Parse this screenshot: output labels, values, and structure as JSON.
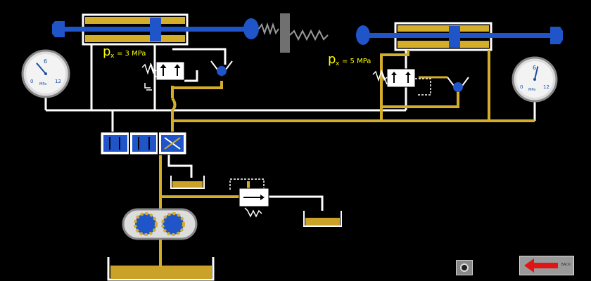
{
  "colors": {
    "background": "#000000",
    "pipe_white": "#ffffff",
    "pipe_gold": "#d4ad2a",
    "fluid_gold": "#c9a227",
    "cylinder_blue": "#1f55c8",
    "spring_gray": "#999999",
    "label_yellow": "#ffff00",
    "return_arrow_red": "#e01515"
  },
  "labels": {
    "left_valve_pressure": {
      "symbol": "p",
      "subscript": "x",
      "text": "= 3 MPa"
    },
    "right_valve_pressure": {
      "symbol": "p",
      "subscript": "x",
      "text": "= 5 MPa"
    }
  },
  "gauges": {
    "left": {
      "min": "0",
      "mid": "6",
      "max": "12",
      "unit": "MPa",
      "needle_fraction": 0.35
    },
    "right": {
      "min": "0",
      "mid": "6",
      "max": "12",
      "unit": "MPa",
      "needle_fraction": 0.55
    }
  },
  "controls": {
    "camera_icon": "camera-icon",
    "back_arrow_icon": "back-arrow-icon",
    "back_button_text": "BACK"
  }
}
